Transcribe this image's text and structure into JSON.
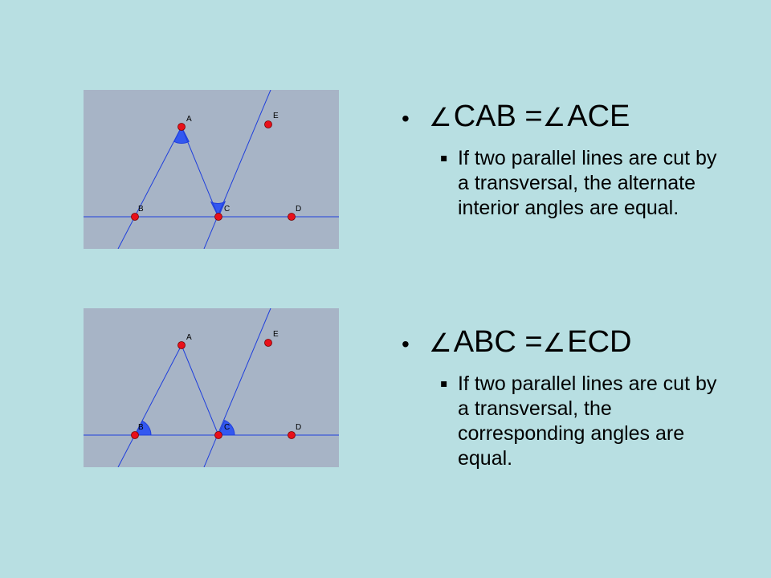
{
  "colors": {
    "background": "#b8dfe2",
    "panel": "#a7b4c6",
    "line": "#1f3fdc",
    "point": "#e8101a",
    "angle_fill": "#3358f0"
  },
  "diagrams": [
    {
      "points": [
        {
          "label": "A"
        },
        {
          "label": "E"
        },
        {
          "label": "B"
        },
        {
          "label": "C"
        },
        {
          "label": "D"
        }
      ],
      "marked_angles": [
        "CAB",
        "ACE"
      ]
    },
    {
      "points": [
        {
          "label": "A"
        },
        {
          "label": "E"
        },
        {
          "label": "B"
        },
        {
          "label": "C"
        },
        {
          "label": "D"
        }
      ],
      "marked_angles": [
        "ABC",
        "ECD"
      ]
    }
  ],
  "statements": [
    {
      "bullet": "•",
      "angle_symbol": "∠",
      "left": "CAB = ",
      "right": "ACE",
      "sub_bullet": "▪",
      "explanation": "If two parallel lines are cut by a transversal, the alternate interior angles are equal."
    },
    {
      "bullet": "•",
      "angle_symbol": "∠",
      "left": "ABC = ",
      "right": "ECD",
      "sub_bullet": "▪",
      "explanation": "If two parallel lines are cut by a transversal, the corresponding angles are equal."
    }
  ]
}
